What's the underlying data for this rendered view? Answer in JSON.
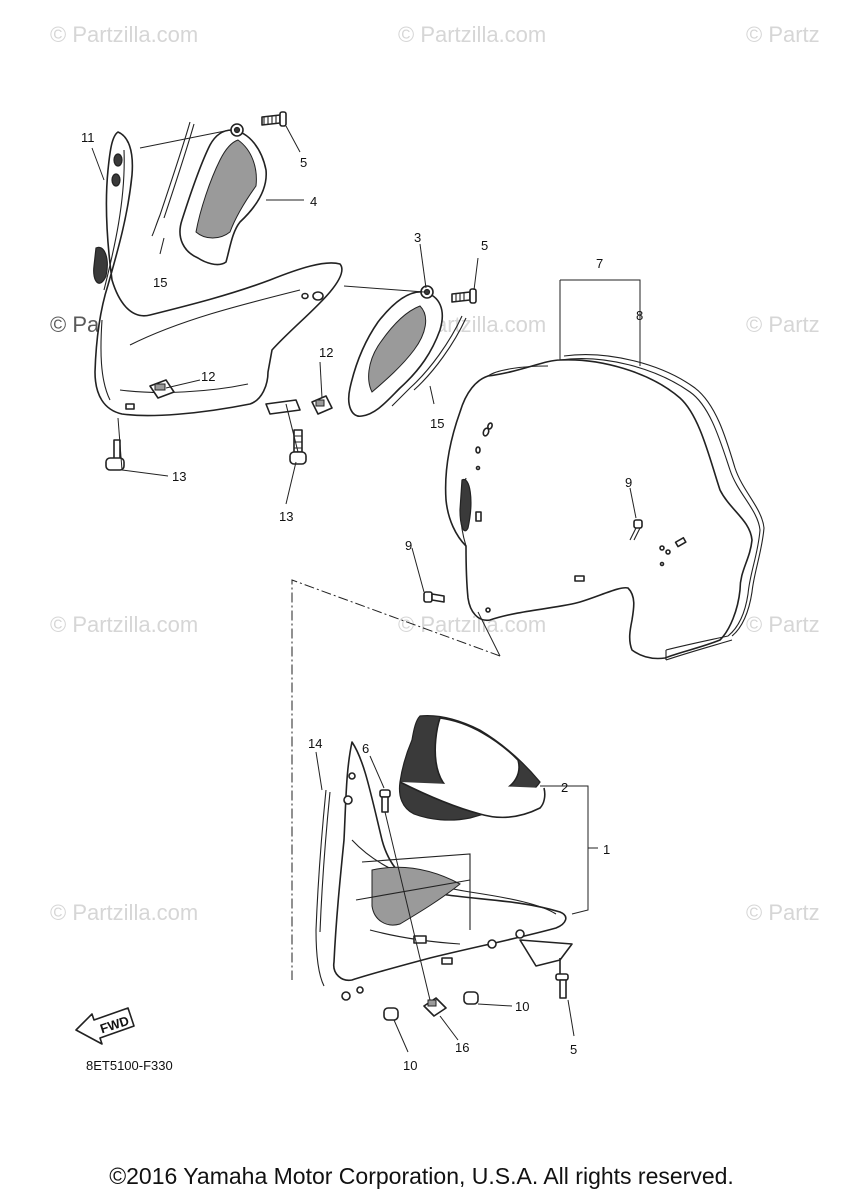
{
  "watermark": {
    "text": "© Partzilla.com",
    "truncated_text": "© Partz"
  },
  "callouts": [
    "1",
    "2",
    "3",
    "4",
    "5",
    "6",
    "7",
    "8",
    "9",
    "10",
    "11",
    "12",
    "13",
    "14",
    "15",
    "16"
  ],
  "fwd_label": "FWD",
  "diagram_code": "8ET5100-F330",
  "copyright": "©2016 Yamaha Motor Corporation, U.S.A. All rights reserved."
}
